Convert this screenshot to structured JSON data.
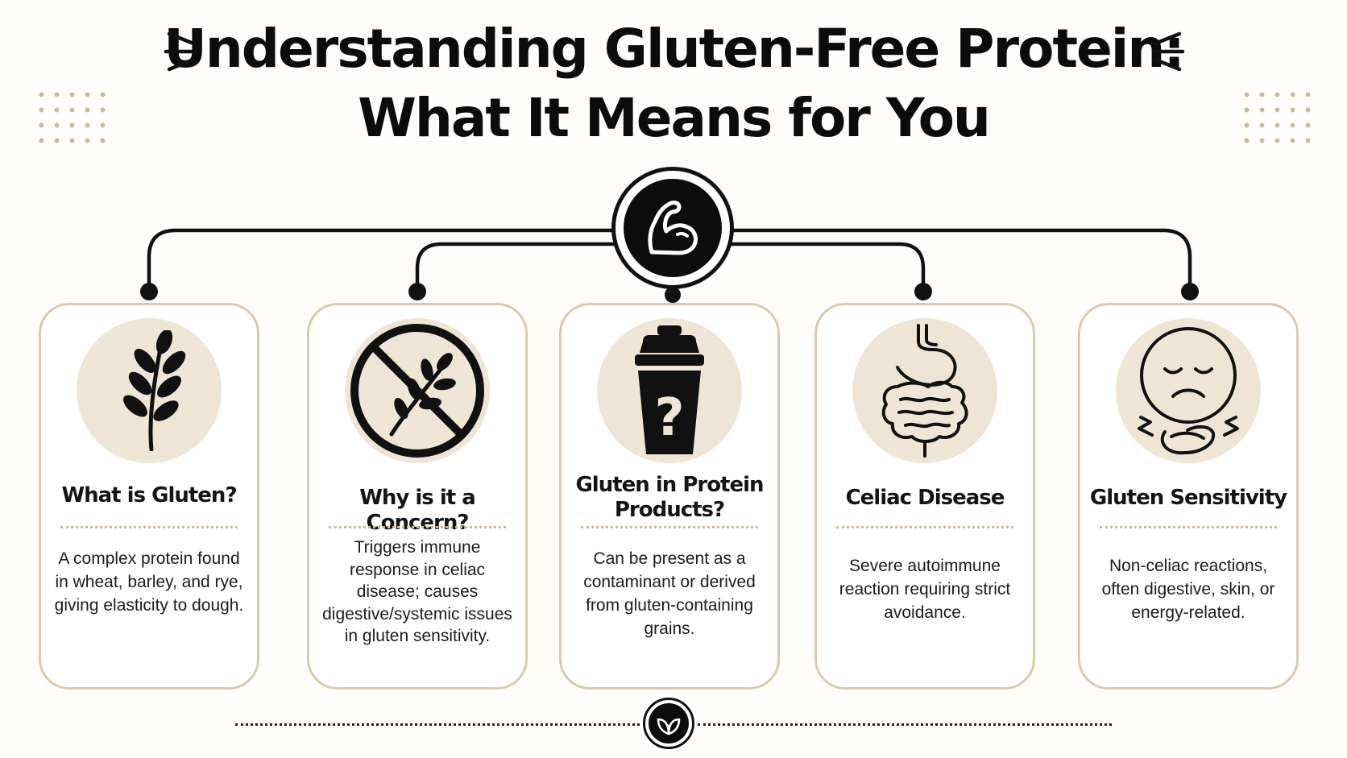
{
  "page": {
    "title_line1": "Understanding Gluten-Free Protein:",
    "title_line2": "What It Means for You",
    "hub_icon": "flexed-bicep-icon",
    "footer_icon": "leaf-icon"
  },
  "colors": {
    "card_border": "#dccab0",
    "icon_background": "#efe5d7",
    "divider": "#cdb997",
    "dark": "#0d0d0d"
  },
  "cards": [
    {
      "title": "What is Gluten?",
      "text": "A complex protein found in wheat, barley, and rye, giving elasticity to dough.",
      "icon": "wheat-icon"
    },
    {
      "title": "Why is it a Concern?",
      "text": "Triggers immune response in celiac disease; causes digestive/systemic issues in gluten sensitivity.",
      "icon": "no-wheat-icon"
    },
    {
      "title": "Gluten in Protein Products?",
      "text": "Can be present as a contaminant or derived from gluten-containing grains.",
      "icon": "protein-shaker-question-icon"
    },
    {
      "title": "Celiac Disease",
      "text": "Severe autoimmune reaction requiring strict avoidance.",
      "icon": "digestive-tract-icon"
    },
    {
      "title": "Gluten Sensitivity",
      "text": "Non-celiac reactions, often digestive, skin, or energy-related.",
      "icon": "sad-face-stomach-icon"
    }
  ]
}
